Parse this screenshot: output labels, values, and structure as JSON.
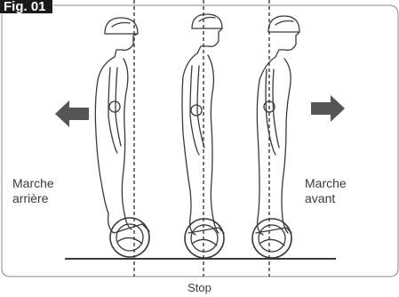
{
  "figure": {
    "tag": "Fig. 01",
    "labels": {
      "left_line1": "Marche",
      "left_line2": "arrière",
      "right_line1": "Marche",
      "right_line2": "avant",
      "bottom": "Stop"
    },
    "colors": {
      "ink": "#3a3a3a",
      "arrow": "#555555",
      "tag_background": "#1a1a1a",
      "tag_text": "#ffffff"
    },
    "icons": [
      "arrow-left-icon",
      "arrow-right-icon"
    ],
    "figures": [
      "rider-leaning-back",
      "rider-standing",
      "rider-leaning-forward"
    ]
  }
}
